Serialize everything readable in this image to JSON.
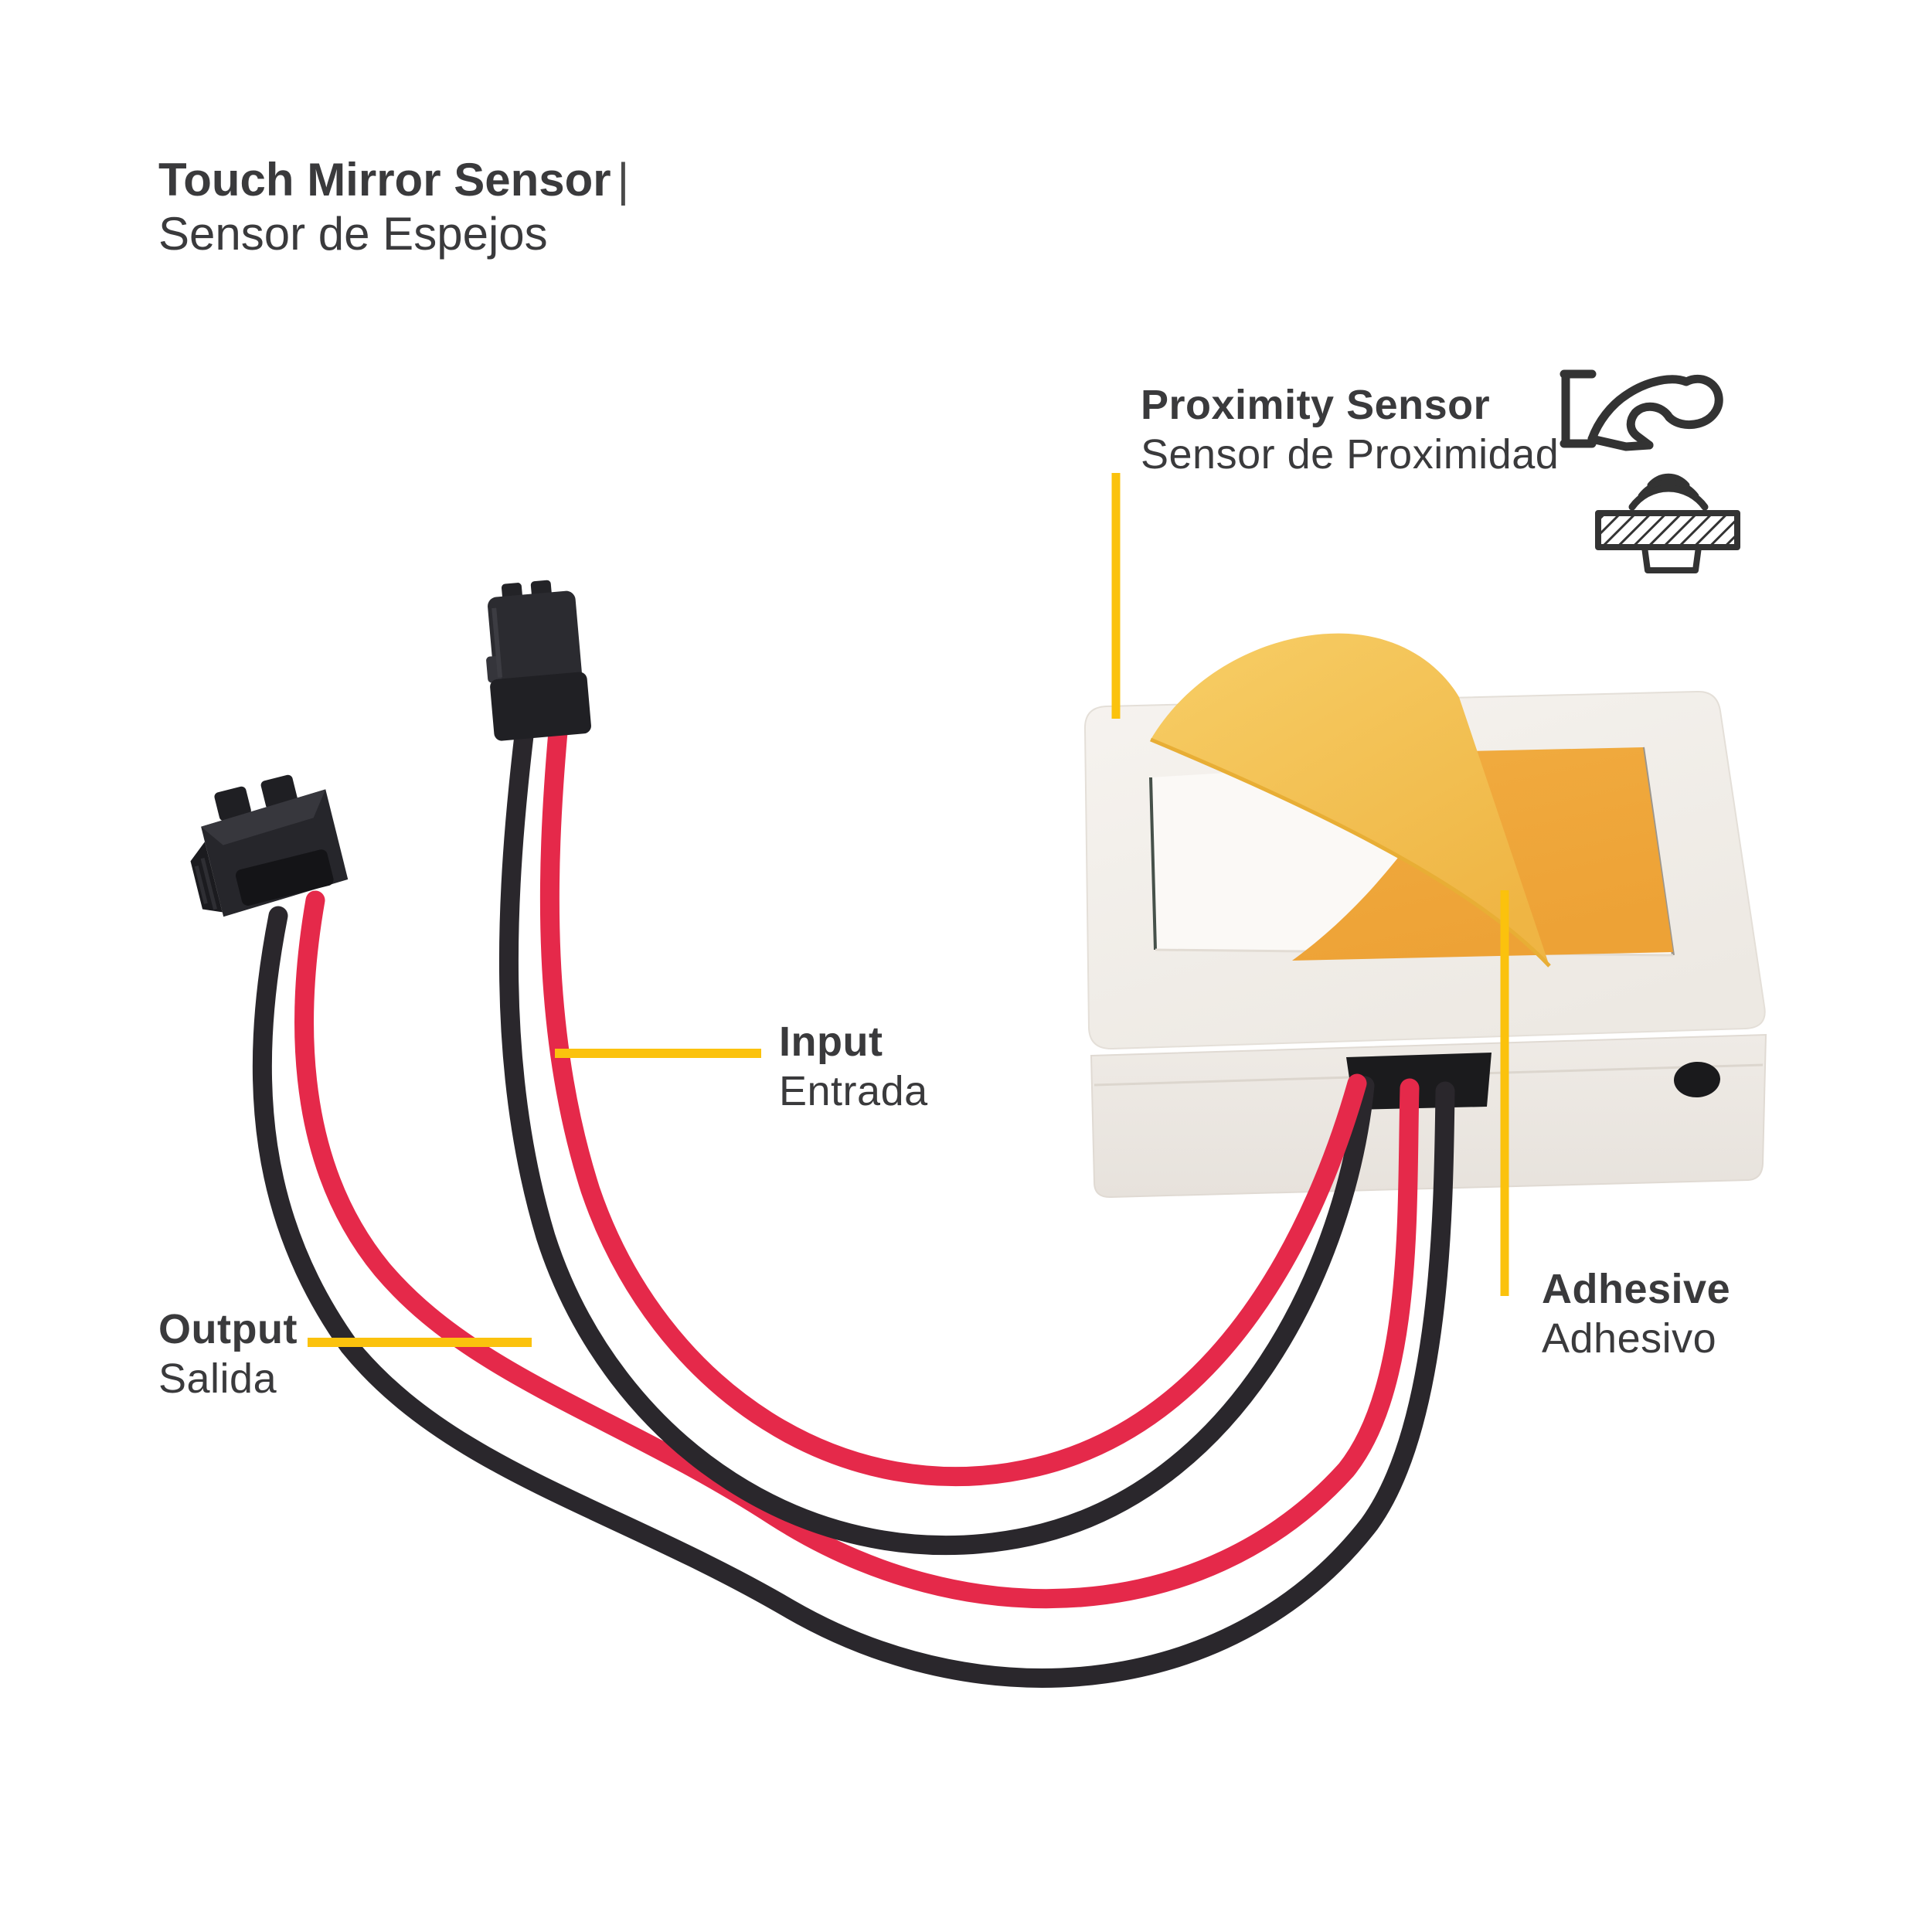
{
  "title": {
    "en": "Touch Mirror Sensor",
    "divider": "|",
    "es": "Sensor de Espejos"
  },
  "callouts": {
    "proximity": {
      "en": "Proximity Sensor",
      "es": "Sensor de Proximidad",
      "icon": "hand-hover-sensor-icon"
    },
    "input": {
      "en": "Input",
      "es": "Entrada"
    },
    "output": {
      "en": "Output",
      "es": "Salida"
    },
    "adhesive": {
      "en": "Adhesive",
      "es": "Adhesivo"
    }
  },
  "colors": {
    "accent_leader": "#FBC20D",
    "text": "#3A3A3C",
    "device_body": "#F3F0EC",
    "device_front": "#EDE9E4",
    "adhesive_flat": "#EFA63B",
    "adhesive_flap": "#F5C75B",
    "wire_red": "#E5294A",
    "wire_black": "#2A272C"
  }
}
